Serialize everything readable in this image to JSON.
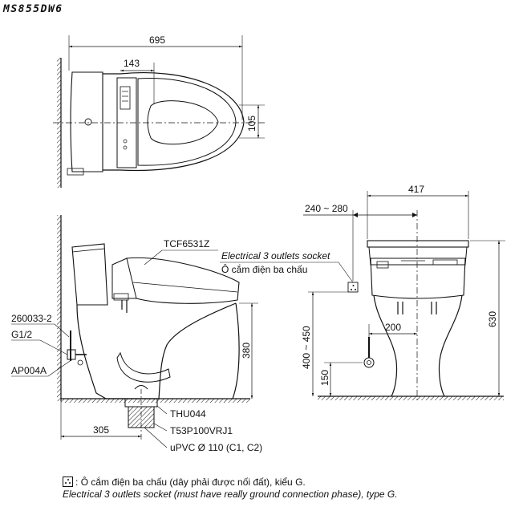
{
  "header": {
    "model": "MS855DW6"
  },
  "top_view": {
    "dim_total_length": "695",
    "dim_seat_offset": "143",
    "dim_side_height": "105"
  },
  "side_view": {
    "label_seat": "TCF6531Z",
    "label_valve": "260033-2",
    "label_thread": "G1/2",
    "label_hose": "AP004A",
    "label_flange": "THU044",
    "label_trap": "T53P100VRJ1",
    "label_pipe": "uPVC Ø 110 (C1, C2)",
    "dim_seat_height": "380",
    "dim_rough_in": "305",
    "socket_label_en": "Electrical 3 outlets socket",
    "socket_label_vi": "Ô cắm điện ba chấu"
  },
  "front_view": {
    "dim_width": "417",
    "dim_socket_offset": "240 ~ 280",
    "dim_height": "630",
    "dim_socket_height": "400 ~ 450",
    "dim_inlet_offset": "200",
    "dim_inlet_height": "150"
  },
  "footnote": {
    "prefix": ":",
    "vi": "Ô cắm điện ba chấu (dây phải được nối đất), kiểu G.",
    "en": "Electrical 3 outlets socket (must have really ground connection phase), type G."
  }
}
